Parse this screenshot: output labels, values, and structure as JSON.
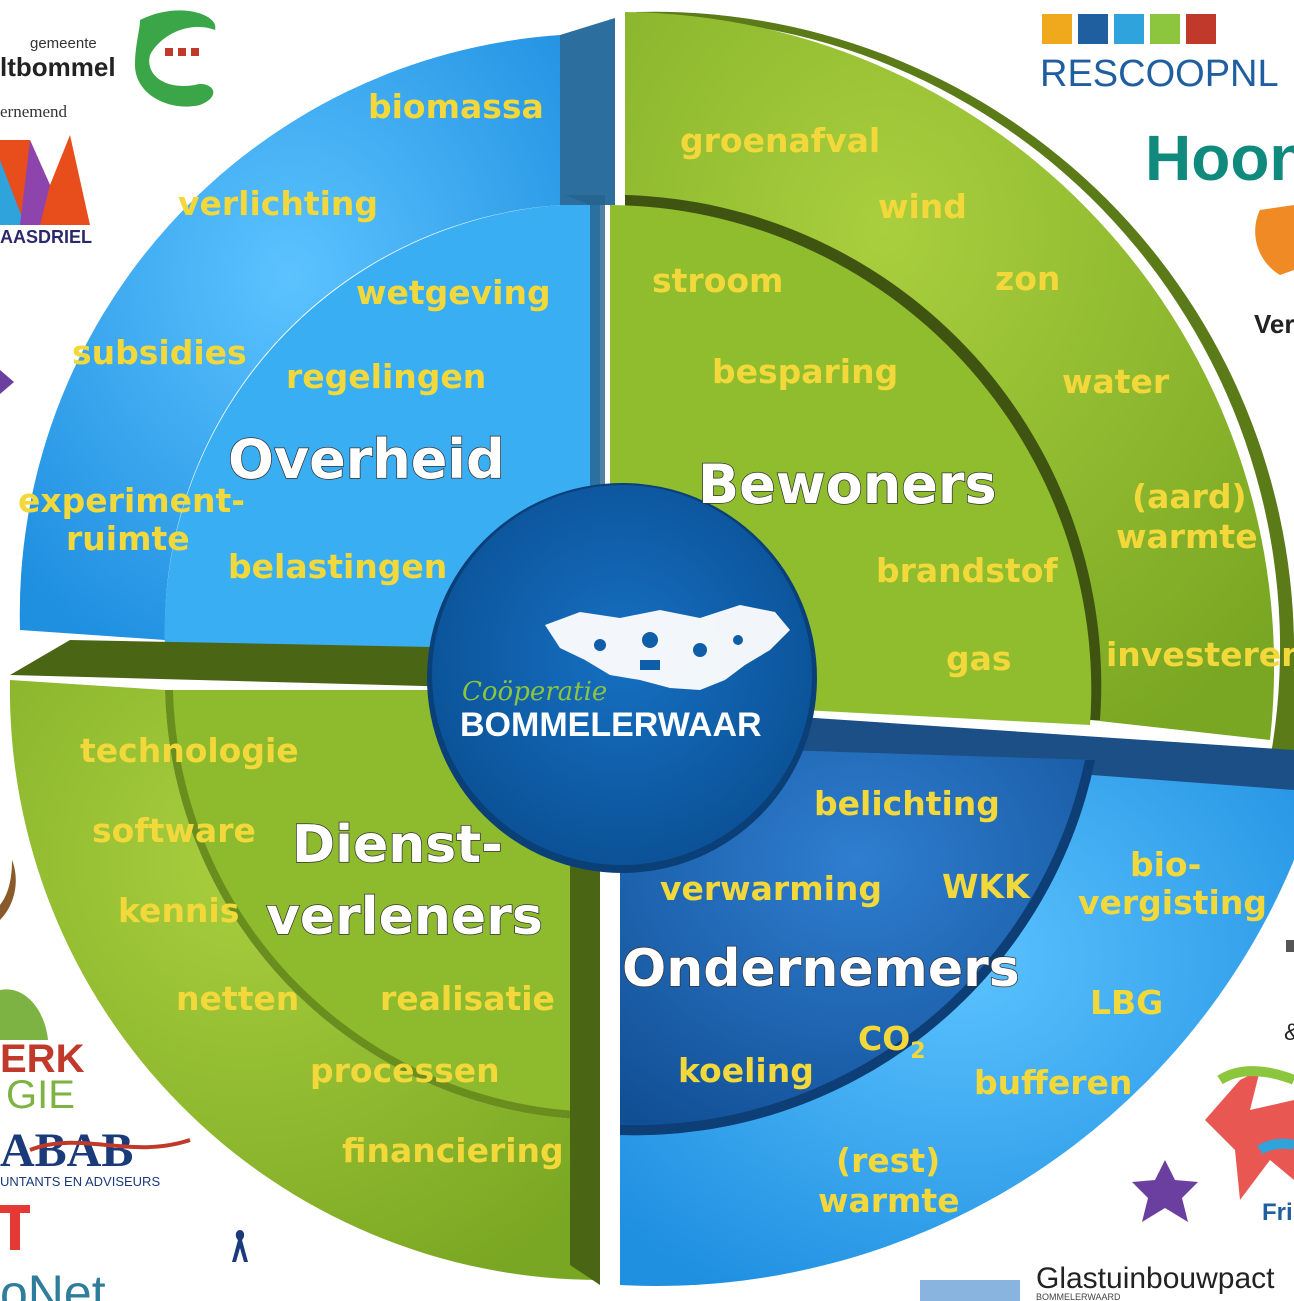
{
  "center": {
    "line1": "Coöperatie",
    "line2": "BOMMELERWAAR"
  },
  "quadrants": {
    "overheid": {
      "title": "Overheid",
      "inner_words": [
        "wetgeving",
        "regelingen",
        "belastingen"
      ],
      "outer_words": [
        "biomassa",
        "verlichting",
        "subsidies",
        "experiment-",
        "ruimte"
      ]
    },
    "bewoners": {
      "title": "Bewoners",
      "inner_words": [
        "stroom",
        "besparing",
        "brandstof",
        "gas"
      ],
      "outer_words": [
        "groenafval",
        "wind",
        "zon",
        "water",
        "(aard)",
        "warmte",
        "investeren"
      ]
    },
    "dienstverleners": {
      "title_line1": "Dienst-",
      "title_line2": "verleners",
      "inner_words": [
        "realisatie",
        "processen"
      ],
      "outer_words": [
        "technologie",
        "software",
        "kennis",
        "netten",
        "financiering"
      ]
    },
    "ondernemers": {
      "title": "Ondernemers",
      "inner_words": [
        "belichting",
        "verwarming",
        "WKK",
        "koeling",
        "CO",
        "2"
      ],
      "outer_words": [
        "bio-",
        "vergisting",
        "LBG",
        "bufferen",
        "(rest)",
        "warmte"
      ]
    }
  },
  "logos": {
    "gemeente_line1": "gemeente",
    "gemeente_line2": "ltbommel",
    "besturend": "ernemend",
    "maasdriel": "AASDRIEL",
    "rescoop": "RESCOOPNL",
    "hoom": "Hoon",
    "ver": "Ver",
    "erk_line1": "ERK",
    "erk_line2": "GIE",
    "abab": "ABAB",
    "abab_sub": "UNTANTS EN ADVISEURS",
    "net": "oNet",
    "glastuinbouw": "Glastuinbouwpact",
    "glastuinbouw_sub": "BOMMELERWAARD",
    "fri": "Fri",
    "amp": "&"
  },
  "colors": {
    "blue_light": "#2a9be8",
    "blue_inner": "#3bb0f4",
    "green": "#8dba2c",
    "green_dark": "#5b7a18",
    "blue_dark": "#155fa8",
    "center": "#0e5ea8",
    "word": "#f2d83a"
  }
}
